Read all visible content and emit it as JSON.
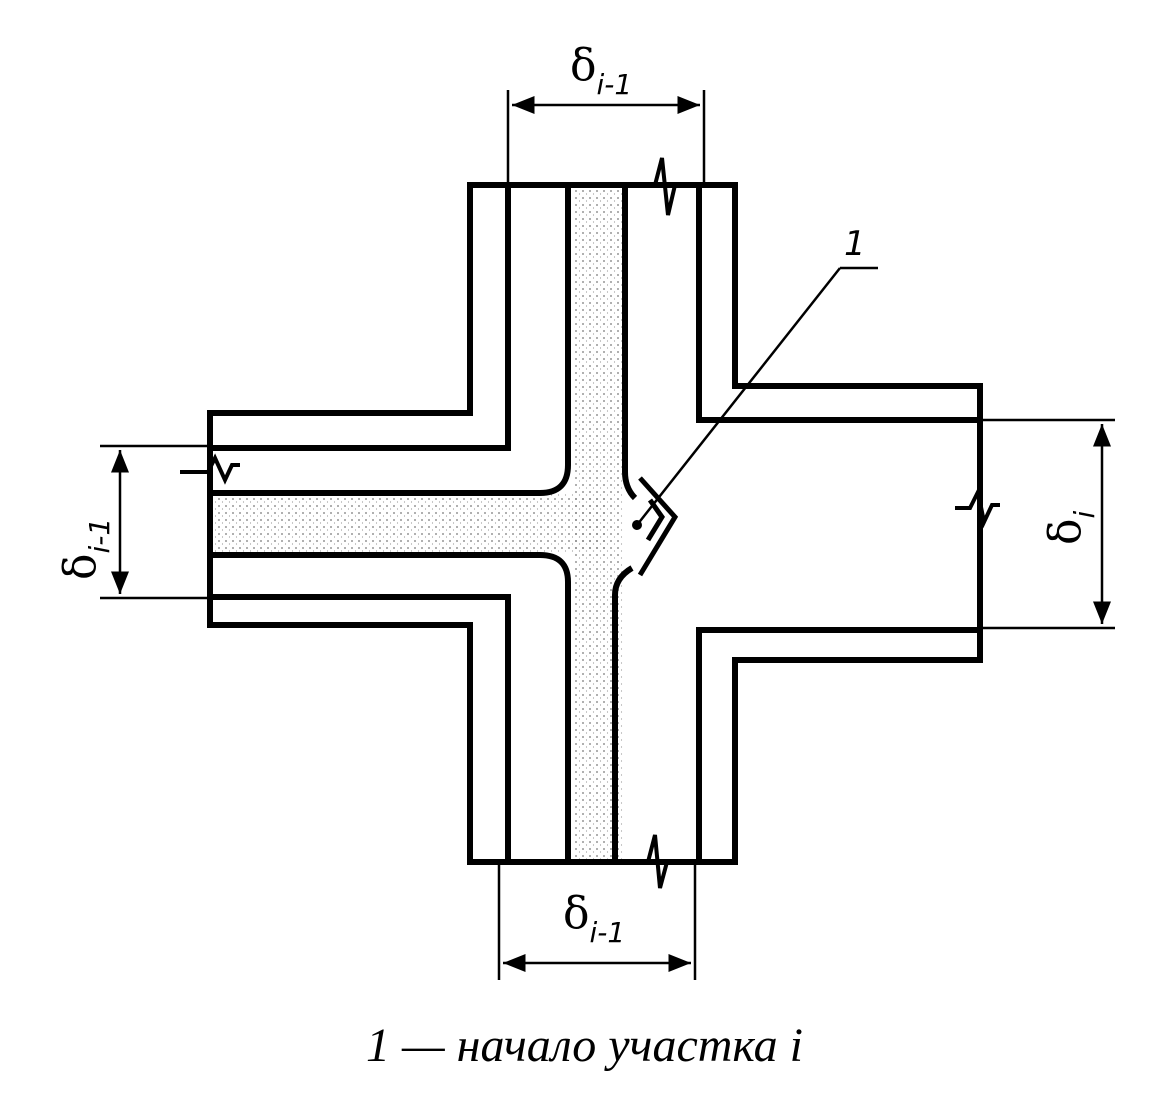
{
  "diagram": {
    "top_dimension": {
      "symbol": "δ",
      "subscript": "i-1"
    },
    "bottom_dimension": {
      "symbol": "δ",
      "subscript": "i-1"
    },
    "left_dimension": {
      "symbol": "δ",
      "subscript": "i-1"
    },
    "right_dimension": {
      "symbol": "δ",
      "subscript": "i"
    },
    "callout_number": "1",
    "caption": "1 — начало участка i"
  }
}
